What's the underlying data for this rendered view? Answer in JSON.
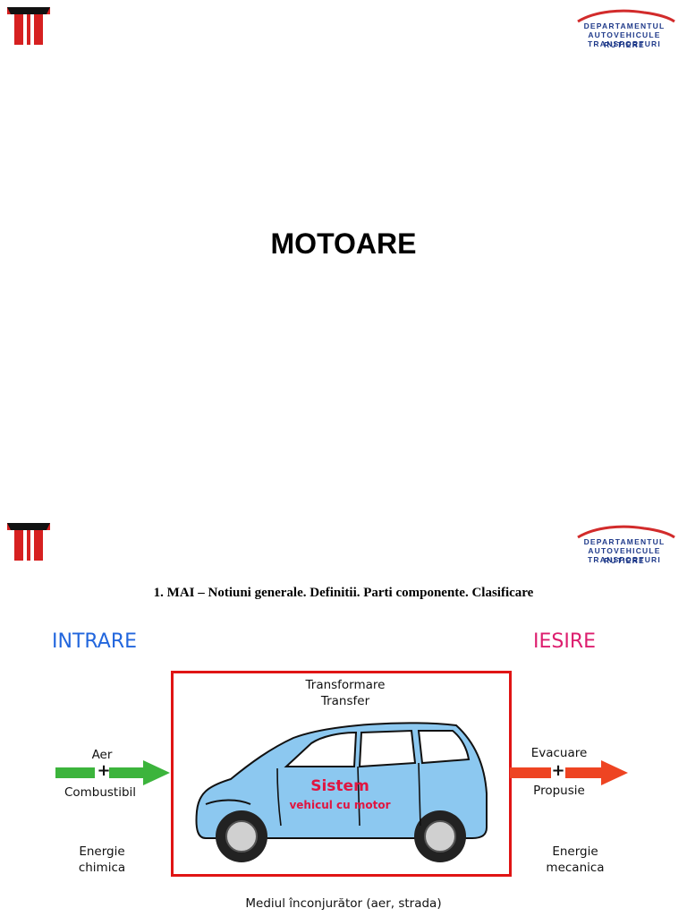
{
  "slide1": {
    "title": "MOTOARE",
    "dept": {
      "line1": "DEPARTAMENTUL",
      "line2": "AUTOVEHICULE RUTIERE",
      "line3": "TRANSPORTURI"
    }
  },
  "slide2": {
    "dept": {
      "line1": "DEPARTAMENTUL",
      "line2": "AUTOVEHICULE RUTIERE",
      "line3": "TRANSPORTURI"
    },
    "subtitle": "1. MAI – Notiuni generale. Definitii. Parti componente. Clasificare",
    "input_heading": "INTRARE",
    "output_heading": "IESIRE",
    "box_top_1": "Transformare",
    "box_top_2": "Transfer",
    "input_top": "Aer",
    "input_bottom": "Combustibil",
    "plus": "+",
    "output_top": "Evacuare",
    "output_bottom": "Propusie",
    "energy_in_1": "Energie",
    "energy_in_2": "chimica",
    "energy_out_1": "Energie",
    "energy_out_2": "mecanica",
    "system_1": "Sistem",
    "system_2": "vehicul cu motor",
    "environment": "Mediul înconjurător (aer, strada)"
  },
  "colors": {
    "input_heading": "#2266dd",
    "output_heading": "#dd1e6e",
    "box_border": "#e01515",
    "arrow_in": "#3cb43c",
    "arrow_out": "#ee4422",
    "car_body": "#8cc8f0"
  }
}
